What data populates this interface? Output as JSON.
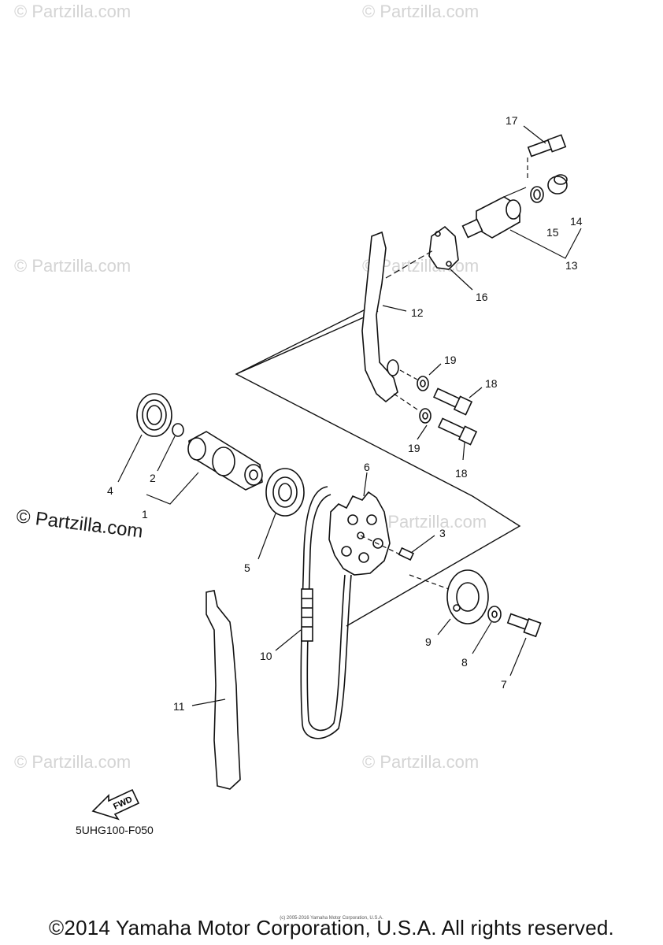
{
  "watermarks": [
    "© Partzilla.com",
    "© Partzilla.com",
    "© Partzilla.com",
    "© Partzilla.com",
    "© Partzilla.com",
    "© Partzilla.com",
    "© Partzilla.com",
    "© Partzilla.com"
  ],
  "watermark_main": "© Partzilla.com",
  "callouts": {
    "c1": "1",
    "c2": "2",
    "c3": "3",
    "c4": "4",
    "c5": "5",
    "c6": "6",
    "c7": "7",
    "c8": "8",
    "c9": "9",
    "c10": "10",
    "c11": "11",
    "c12": "12",
    "c13": "13",
    "c14": "14",
    "c15": "15",
    "c16": "16",
    "c17": "17",
    "c18a": "18",
    "c18b": "18",
    "c19a": "19",
    "c19b": "19"
  },
  "fwd_label": "FWD",
  "diagram_code": "5UHG100-F050",
  "micro_copyright": "(c) 2005-2016 Yamaha Motor Corporation, U.S.A.",
  "footer_copyright": "©2014 Yamaha Motor Corporation, U.S.A. All rights reserved."
}
